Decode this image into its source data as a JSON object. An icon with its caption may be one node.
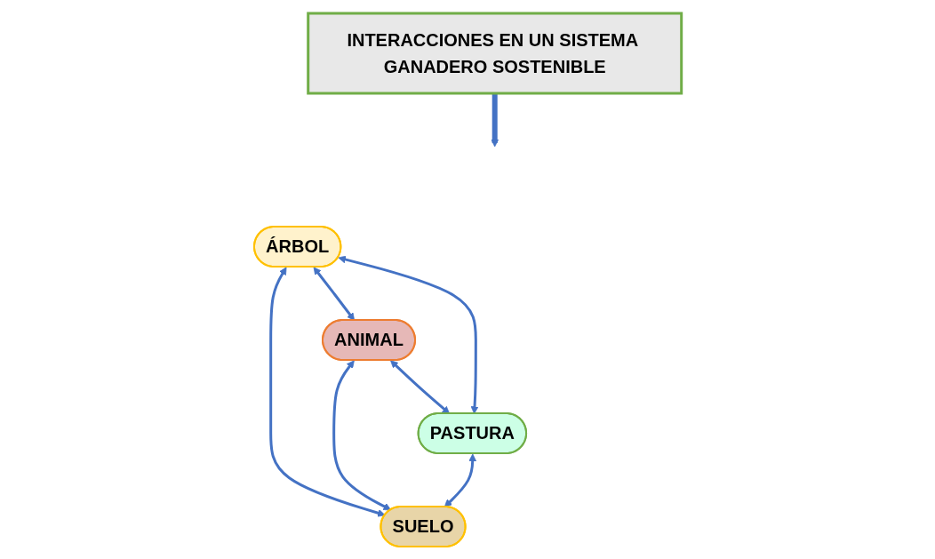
{
  "diagram": {
    "nodes": [
      {
        "text": [
          "INTERACCIONES EN UN SISTEMA GANADERO SOSTENIBLE"
        ]
      },
      {
        "text": [
          "ÁRBOL"
        ]
      },
      {
        "text": [
          "ANIMAL"
        ]
      },
      {
        "text": [
          "PASTURA"
        ]
      },
      {
        "text": [
          "SUELO"
        ]
      }
    ],
    "edges": [
      {
        "from": 0,
        "to": null,
        "arrow": "to",
        "style": "thick"
      },
      {
        "from": 1,
        "to": 2,
        "arrow": "both"
      },
      {
        "from": 1,
        "to": 4,
        "arrow": "both"
      },
      {
        "from": 2,
        "to": 3,
        "arrow": "both"
      },
      {
        "from": 1,
        "to": 3,
        "arrow": "both"
      },
      {
        "from": 2,
        "to": 4,
        "arrow": "both"
      },
      {
        "from": 3,
        "to": 4,
        "arrow": "both"
      }
    ]
  }
}
